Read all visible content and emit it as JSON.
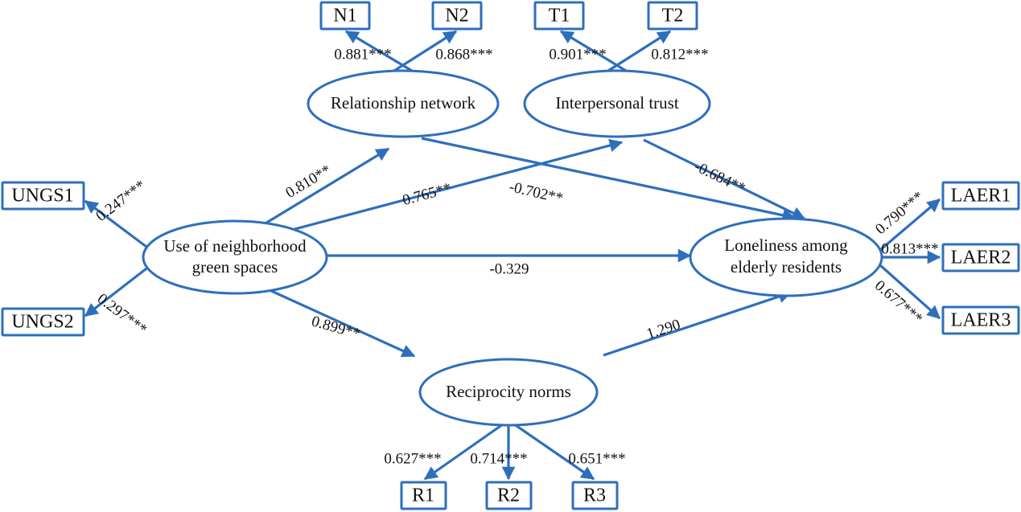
{
  "figure": {
    "type": "sem-path-diagram",
    "accent_color": "#2E6FBC",
    "text_color": "#111111",
    "background": "#FFFFFF"
  },
  "latents": {
    "relationship_network": "Relationship network",
    "interpersonal_trust": "Interpersonal trust",
    "green_spaces_line1": "Use of neighborhood",
    "green_spaces_line2": "green spaces",
    "loneliness_line1": "Loneliness among",
    "loneliness_line2": "elderly residents",
    "reciprocity_norms": "Reciprocity norms"
  },
  "indicators": {
    "n1": "N1",
    "n2": "N2",
    "t1": "T1",
    "t2": "T2",
    "ungs1": "UNGS1",
    "ungs2": "UNGS2",
    "laer1": "LAER1",
    "laer2": "LAER2",
    "laer3": "LAER3",
    "r1": "R1",
    "r2": "R2",
    "r3": "R3"
  },
  "loadings": {
    "rn_n1": "0.881***",
    "rn_n2": "0.868***",
    "it_t1": "0.901***",
    "it_t2": "0.812***",
    "ungs_ungs1": "0.247***",
    "ungs_ungs2": "0.297***",
    "laer_laer1": "0.790***",
    "laer_laer2": "0.813***",
    "laer_laer3": "0.677***",
    "rec_r1": "0.627***",
    "rec_r2": "0.714***",
    "rec_r3": "0.651***"
  },
  "paths": {
    "ungs_to_rn": "0.810**",
    "ungs_to_it": "0.765**",
    "rn_to_laer": "-0.702**",
    "it_to_laer": "-0.684**",
    "ungs_to_laer": "-0.329",
    "ungs_to_rec": "0.899**",
    "rec_to_laer": "1.290"
  },
  "chart_data": {
    "type": "diagram",
    "title": "",
    "nodes": [
      {
        "id": "N1",
        "label": "N1",
        "kind": "indicator"
      },
      {
        "id": "N2",
        "label": "N2",
        "kind": "indicator"
      },
      {
        "id": "T1",
        "label": "T1",
        "kind": "indicator"
      },
      {
        "id": "T2",
        "label": "T2",
        "kind": "indicator"
      },
      {
        "id": "UNGS1",
        "label": "UNGS1",
        "kind": "indicator"
      },
      {
        "id": "UNGS2",
        "label": "UNGS2",
        "kind": "indicator"
      },
      {
        "id": "LAER1",
        "label": "LAER1",
        "kind": "indicator"
      },
      {
        "id": "LAER2",
        "label": "LAER2",
        "kind": "indicator"
      },
      {
        "id": "LAER3",
        "label": "LAER3",
        "kind": "indicator"
      },
      {
        "id": "R1",
        "label": "R1",
        "kind": "indicator"
      },
      {
        "id": "R2",
        "label": "R2",
        "kind": "indicator"
      },
      {
        "id": "R3",
        "label": "R3",
        "kind": "indicator"
      },
      {
        "id": "RN",
        "label": "Relationship network",
        "kind": "latent"
      },
      {
        "id": "IT",
        "label": "Interpersonal trust",
        "kind": "latent"
      },
      {
        "id": "UNGS",
        "label": "Use of neighborhood green spaces",
        "kind": "latent"
      },
      {
        "id": "LAER",
        "label": "Loneliness among elderly residents",
        "kind": "latent"
      },
      {
        "id": "REC",
        "label": "Reciprocity norms",
        "kind": "latent"
      }
    ],
    "edges": [
      {
        "from": "RN",
        "to": "N1",
        "value": 0.881,
        "label": "0.881***",
        "sig": "***"
      },
      {
        "from": "RN",
        "to": "N2",
        "value": 0.868,
        "label": "0.868***",
        "sig": "***"
      },
      {
        "from": "IT",
        "to": "T1",
        "value": 0.901,
        "label": "0.901***",
        "sig": "***"
      },
      {
        "from": "IT",
        "to": "T2",
        "value": 0.812,
        "label": "0.812***",
        "sig": "***"
      },
      {
        "from": "UNGS",
        "to": "UNGS1",
        "value": 0.247,
        "label": "0.247***",
        "sig": "***"
      },
      {
        "from": "UNGS",
        "to": "UNGS2",
        "value": 0.297,
        "label": "0.297***",
        "sig": "***"
      },
      {
        "from": "LAER",
        "to": "LAER1",
        "value": 0.79,
        "label": "0.790***",
        "sig": "***"
      },
      {
        "from": "LAER",
        "to": "LAER2",
        "value": 0.813,
        "label": "0.813***",
        "sig": "***"
      },
      {
        "from": "LAER",
        "to": "LAER3",
        "value": 0.677,
        "label": "0.677***",
        "sig": "***"
      },
      {
        "from": "REC",
        "to": "R1",
        "value": 0.627,
        "label": "0.627***",
        "sig": "***"
      },
      {
        "from": "REC",
        "to": "R2",
        "value": 0.714,
        "label": "0.714***",
        "sig": "***"
      },
      {
        "from": "REC",
        "to": "R3",
        "value": 0.651,
        "label": "0.651***",
        "sig": "***"
      },
      {
        "from": "UNGS",
        "to": "RN",
        "value": 0.81,
        "label": "0.810**",
        "sig": "**"
      },
      {
        "from": "UNGS",
        "to": "IT",
        "value": 0.765,
        "label": "0.765**",
        "sig": "**"
      },
      {
        "from": "RN",
        "to": "LAER",
        "value": -0.702,
        "label": "-0.702**",
        "sig": "**"
      },
      {
        "from": "IT",
        "to": "LAER",
        "value": -0.684,
        "label": "-0.684**",
        "sig": "**"
      },
      {
        "from": "UNGS",
        "to": "LAER",
        "value": -0.329,
        "label": "-0.329",
        "sig": ""
      },
      {
        "from": "UNGS",
        "to": "REC",
        "value": 0.899,
        "label": "0.899**",
        "sig": "**"
      },
      {
        "from": "REC",
        "to": "LAER",
        "value": 1.29,
        "label": "1.290",
        "sig": ""
      }
    ]
  }
}
